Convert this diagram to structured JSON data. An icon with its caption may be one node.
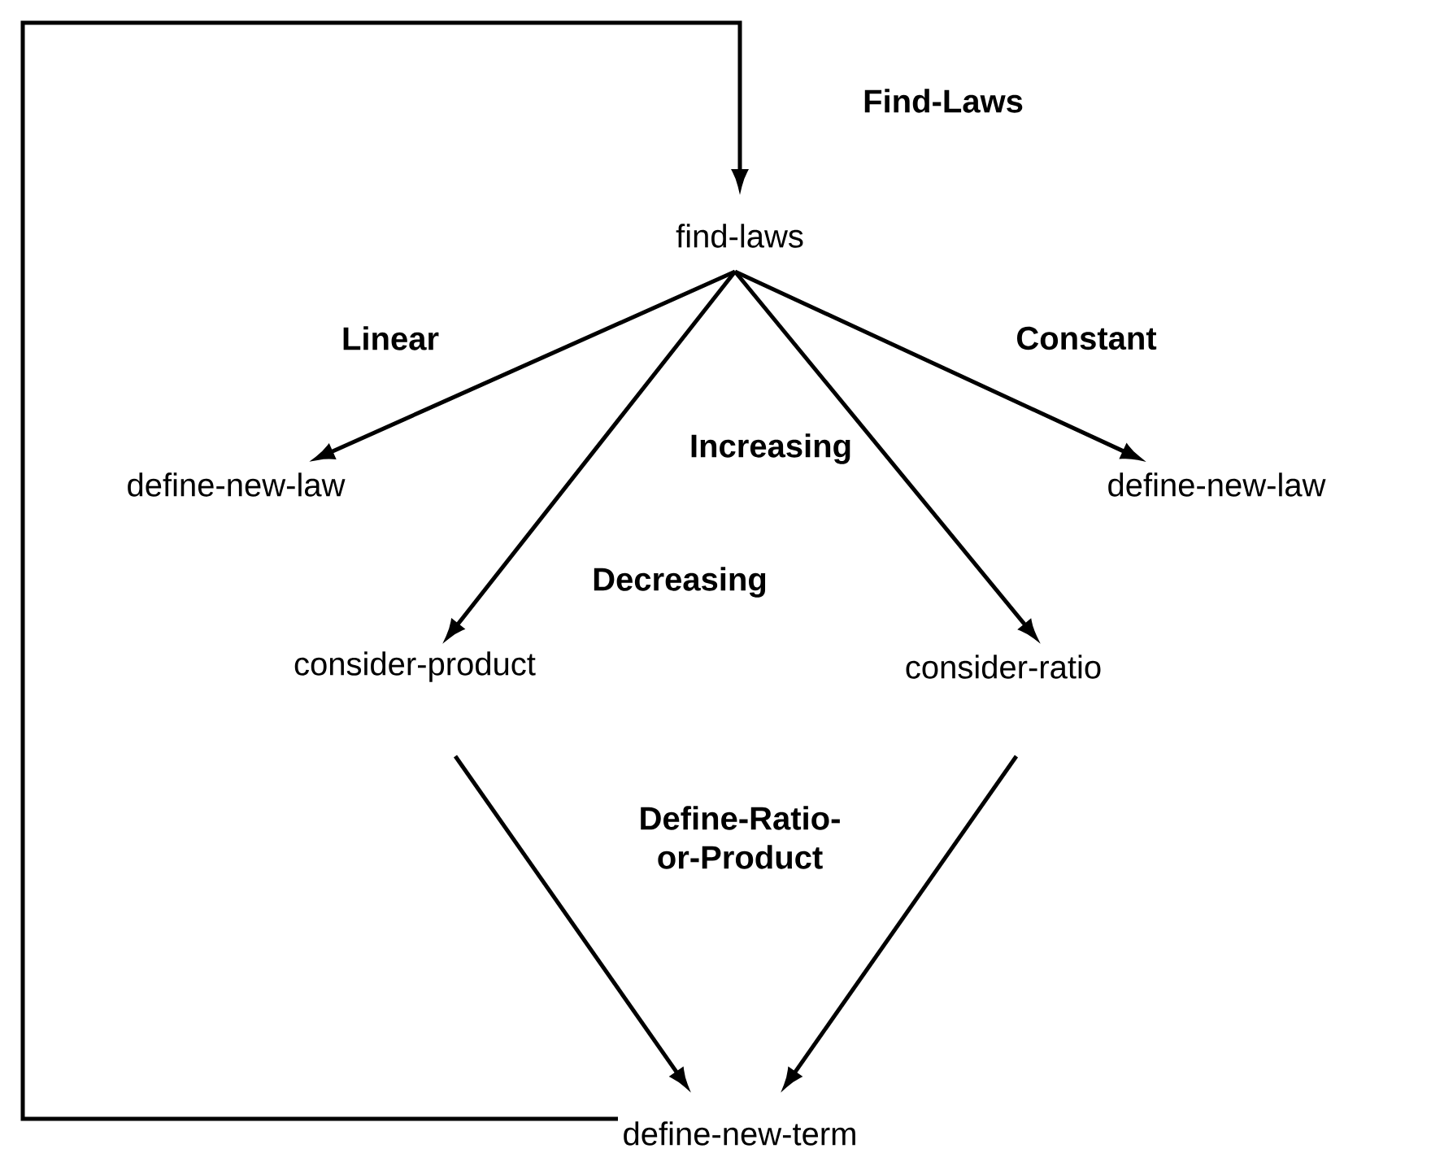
{
  "diagram": {
    "nodes": [
      {
        "text": [
          "find-laws"
        ]
      },
      {
        "text": [
          "define-new-law"
        ]
      },
      {
        "text": [
          "define-new-law"
        ]
      },
      {
        "text": [
          "consider-product"
        ]
      },
      {
        "text": [
          "consider-ratio"
        ]
      },
      {
        "text": [
          "define-new-term"
        ]
      }
    ],
    "edges": [
      {
        "from": 5,
        "to": 0,
        "arrow": "to",
        "label": "Find-Laws"
      },
      {
        "from": 0,
        "to": 1,
        "arrow": "to",
        "label": "Linear"
      },
      {
        "from": 0,
        "to": 3,
        "arrow": "to",
        "label": "Decreasing"
      },
      {
        "from": 0,
        "to": 4,
        "arrow": "to",
        "label": "Increasing"
      },
      {
        "from": 0,
        "to": 2,
        "arrow": "to",
        "label": "Constant"
      },
      {
        "from": 3,
        "to": 5,
        "arrow": "to"
      },
      {
        "from": 4,
        "to": 5,
        "arrow": "to"
      }
    ],
    "labels": [
      "Define-Ratio-or-Product"
    ]
  }
}
